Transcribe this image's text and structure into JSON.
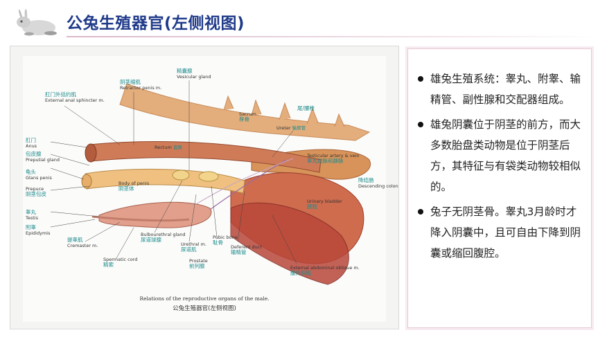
{
  "header": {
    "title": "公兔生殖器官(左侧视图)"
  },
  "figure": {
    "caption_en": "Relations of the reproductive organs of the male.",
    "caption_cn": "公兔生殖器官(左侧视图)",
    "labels": {
      "anal_sphincter": {
        "en": "External anal sphincter m.",
        "cn": "肛门外括约肌"
      },
      "retractor": {
        "en": "Retractor penis m.",
        "cn": "阴茎缩肌"
      },
      "vesicular": {
        "en": "Vesicular gland",
        "cn": "精囊腺"
      },
      "sacrum": {
        "en": "Sacrum",
        "cn": "荐骨"
      },
      "vertebra": {
        "en": "尾/腰椎"
      },
      "ureter": {
        "en": "Ureter",
        "cn": "输尿管"
      },
      "anus": {
        "en": "Anus",
        "cn": "肛门"
      },
      "preputial": {
        "en": "Preputial gland",
        "cn": "包皮腺"
      },
      "glans": {
        "en": "Glans penis",
        "cn": "龟头"
      },
      "rectum": {
        "en": "Rectum",
        "cn": "直肠"
      },
      "testicular": {
        "en": "Testicular artery & vein",
        "cn": "睾丸动脉和静脉"
      },
      "descending": {
        "en": "Descending colon",
        "cn": "降结肠"
      },
      "prepuce": {
        "en": "Prepuce",
        "cn": "阴茎包皮"
      },
      "body_penis": {
        "en": "Body of penis",
        "cn": "阴茎体"
      },
      "bladder": {
        "en": "Urinary bladder",
        "cn": "膀胱"
      },
      "testis": {
        "en": "Testis",
        "cn": "睾丸"
      },
      "epididymis": {
        "en": "Epididymis",
        "cn": "附睾"
      },
      "cremaster": {
        "en": "Cremaster m.",
        "cn": "提睾肌"
      },
      "bulbourethral": {
        "en": "Bulbourethral gland",
        "cn": "尿道球腺"
      },
      "spermatic": {
        "en": "Spermatic cord",
        "cn": "精索"
      },
      "urethral": {
        "en": "Urethral m.",
        "cn": "尿道肌"
      },
      "pubic": {
        "en": "Pubic bone",
        "cn": "耻骨"
      },
      "prostate": {
        "en": "Prostate",
        "cn": "前列腺"
      },
      "deferent": {
        "en": "Deferent duct",
        "cn": "输精管"
      },
      "oblique": {
        "en": "External abdominal oblique m.",
        "cn": "腹外斜肌"
      }
    }
  },
  "bullets": [
    "雄兔生殖系统：睾丸、附睾、输精管、副性腺和交配器组成。",
    "雄兔阴囊位于阴茎的前方，而大多数胎盘类动物是位于阴茎后方，其特征与有袋类动物较相似的。",
    "兔子无阴茎骨。睾丸3月龄时才降入阴囊中，且可自由下降到阴囊或缩回腹腔。"
  ],
  "colors": {
    "title": "#1f3a8a",
    "label_cn": "#1d8c8c",
    "panel_border": "#e8c9d8"
  }
}
